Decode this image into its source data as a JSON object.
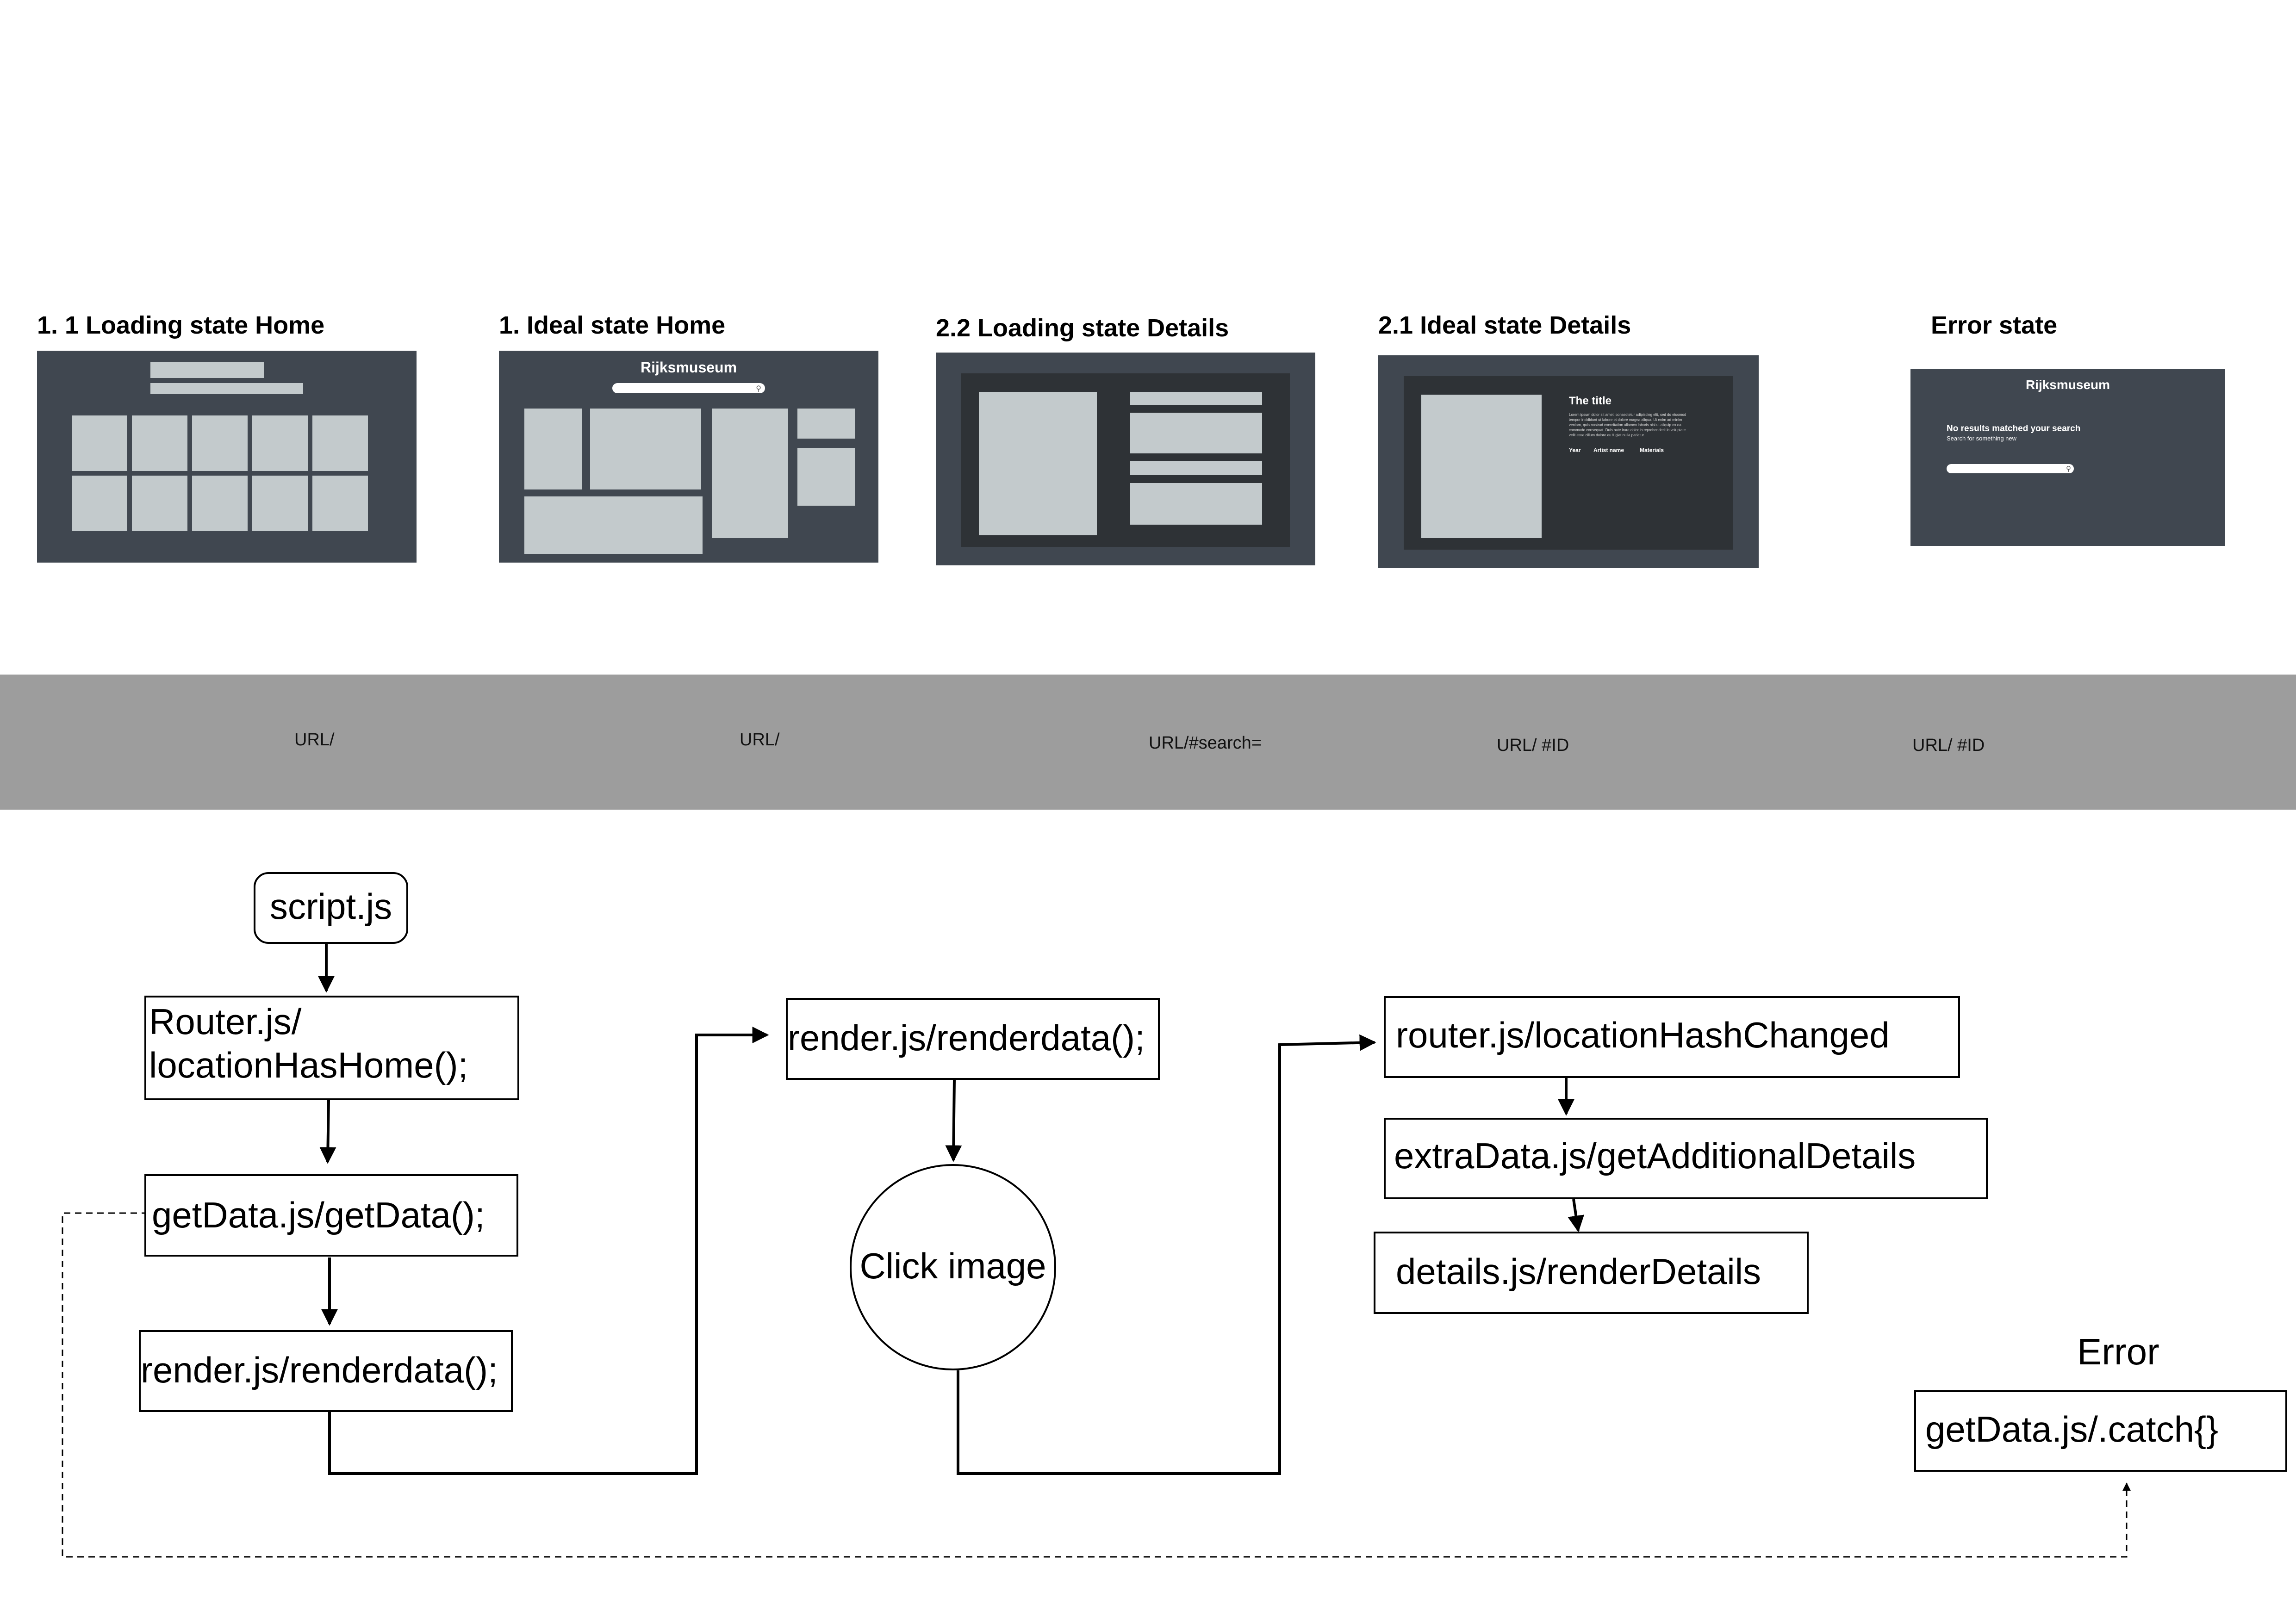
{
  "states": {
    "loading_home": {
      "title": "1. 1 Loading state Home"
    },
    "ideal_home": {
      "title": "1. Ideal state Home",
      "brand": "Rijksmuseum"
    },
    "loading_details": {
      "title": "2.2 Loading state Details"
    },
    "ideal_details": {
      "title": "2.1 Ideal state Details",
      "detail_title": "The title",
      "body_text": "Lorem ipsum dolor sit amet, consectetur adipiscing elit, sed do eiusmod tempor incididunt ut labore et dolore magna aliqua. Ut enim ad minim veniam, quis nostrud exercitation ullamco laboris nisi ut aliquip ex ea commodo consequat. Duis aute irure dolor in reprehenderit in voluptate velit esse cillum dolore eu fugiat nulla pariatur.",
      "meta": [
        "Year",
        "Artist name",
        "Materials"
      ]
    },
    "error": {
      "title": "Error state",
      "brand": "Rijksmuseum",
      "message": "No results matched your search",
      "hint": "Search for something new"
    }
  },
  "urls": [
    "URL/",
    "URL/",
    "URL/#search=",
    "URL/ #ID",
    "URL/ #ID"
  ],
  "flow": {
    "start": "script.js",
    "router_line1": "Router.js/",
    "router_line2": "locationHasHome();",
    "get_data": "getData.js/getData();",
    "render_left": "render.js/renderdata();",
    "render_mid": "render.js/renderdata();",
    "click_image": "Click image",
    "hash_changed": "router.js/locationHashChanged",
    "extra_data": "extraData.js/getAdditionalDetails",
    "render_details": "details.js/renderDetails",
    "error_label": "Error",
    "catch": "getData.js/.catch{}"
  }
}
